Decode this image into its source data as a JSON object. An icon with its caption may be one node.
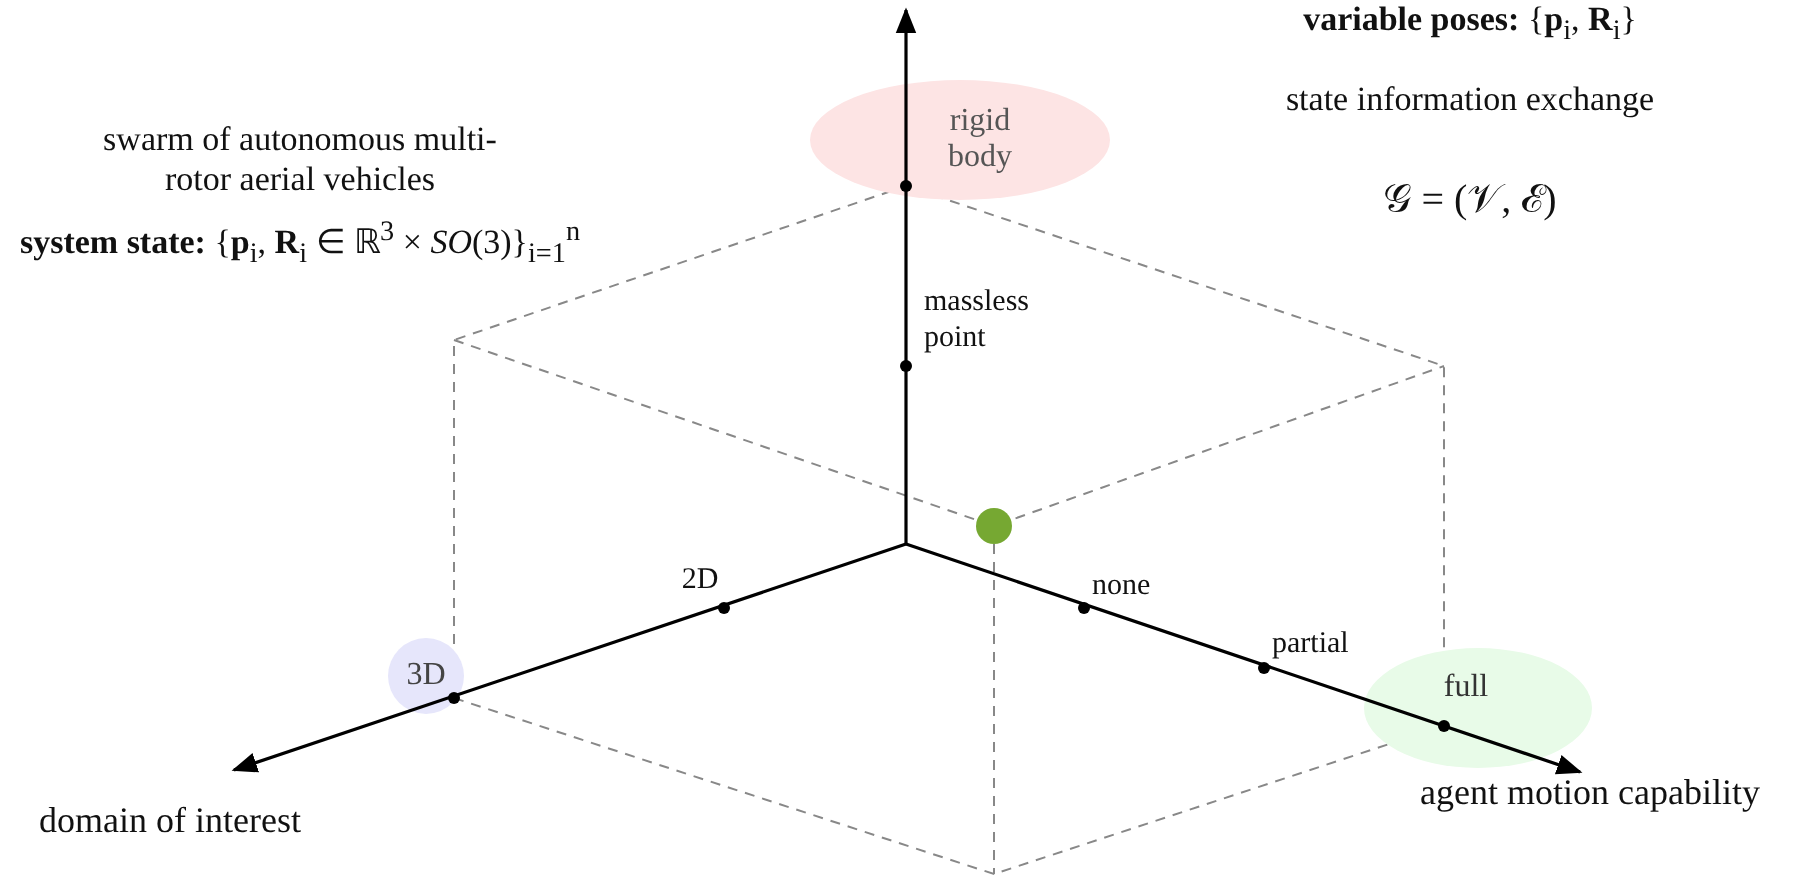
{
  "diagram": {
    "nodes": [
      {
        "text": [
          "rigid body"
        ]
      },
      {
        "text": [],
        "shape": "circle"
      },
      {
        "text": [
          "3D"
        ]
      },
      {
        "text": [
          "full"
        ]
      }
    ],
    "labels": [
      "**variable poses:** {**p**$_{i}$, **R**$_{i}$}",
      "swarm of autonomous multi-rotor aerial vehicles",
      "state information exchange",
      "**system state:** {**p**$_{i}$, **R**$_{i}$ ∈ ℝ$^{3}$ × *SO*(3)}$_{i=1}$$^{n}$",
      "𝒢 = (𝒱, ℰ)",
      "massless point",
      "2D",
      "none",
      "partial",
      "domain of interest",
      "agent motion capability"
    ]
  }
}
